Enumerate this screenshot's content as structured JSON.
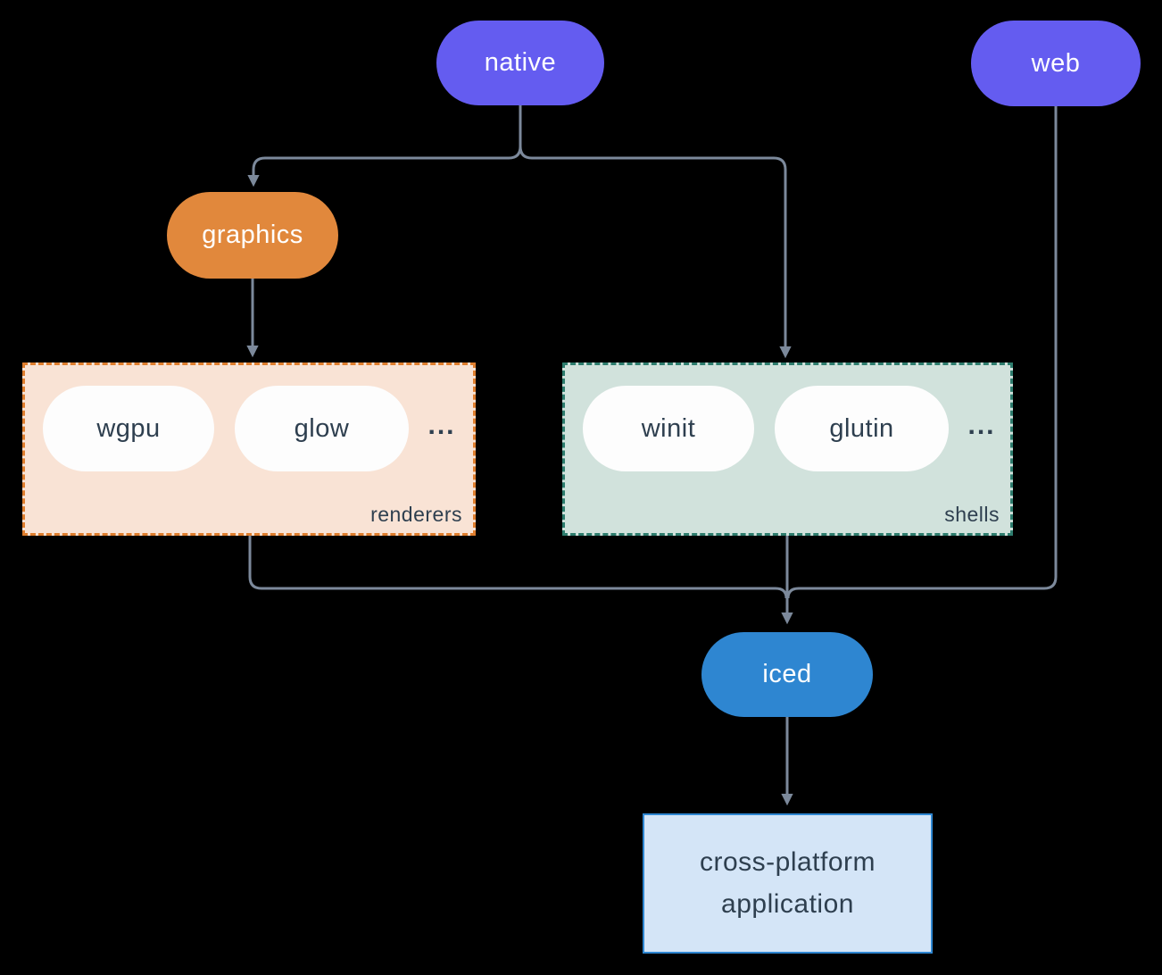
{
  "colors": {
    "background": "#000000",
    "edge": "#7c899b",
    "node-purple": "#645cf0",
    "node-orange": "#e1883c",
    "node-blue": "#2e86d1",
    "pill-white": "#fdfdfd",
    "text-light": "#ffffff",
    "text-dark": "#2e3f4f",
    "renderers-bg": "#f9e3d5",
    "renderers-border": "#df7e2e",
    "shells-bg": "#d1e2dc",
    "shells-border": "#2e7d6e",
    "app-bg": "#d4e5f7",
    "app-border": "#2e86d1"
  },
  "nodes": {
    "native": "native",
    "web": "web",
    "graphics": "graphics",
    "iced": "iced",
    "app_line1": "cross-platform",
    "app_line2": "application"
  },
  "groups": {
    "renderers": {
      "label": "renderers",
      "items": [
        "wgpu",
        "glow"
      ],
      "more": "..."
    },
    "shells": {
      "label": "shells",
      "items": [
        "winit",
        "glutin"
      ],
      "more": "..."
    }
  }
}
